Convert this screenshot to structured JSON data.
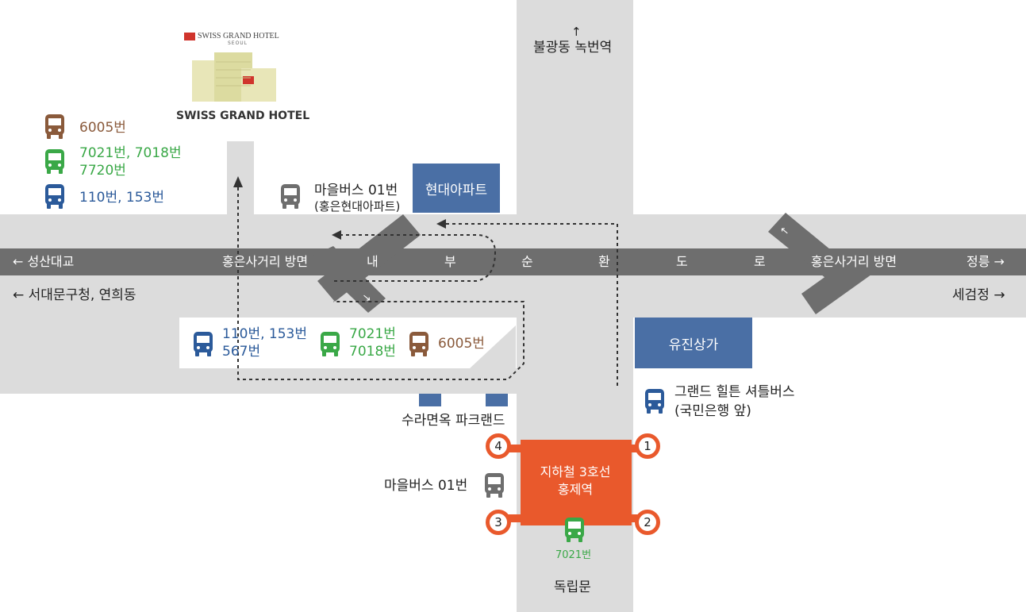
{
  "hotel": {
    "logo_text": "SWISS GRAND HOTEL",
    "logo_sub": "SEOUL",
    "name": "SWISS GRAND HOTEL"
  },
  "legend_top": [
    {
      "text": "6005번",
      "color": "#8a5a3b"
    },
    {
      "text": "7021번, 7018번",
      "text2": "7720번",
      "color": "#3aa847"
    },
    {
      "text": "110번, 153번",
      "color": "#2b5a9a"
    }
  ],
  "village_bus_top": {
    "line1": "마을버스 01번",
    "line2": "(홍은현대아파트)"
  },
  "buildings": {
    "hyundai": "현대아파트",
    "yujin": "유진상가",
    "surameon": "수라면옥 파크랜드"
  },
  "directions": {
    "north": "불광동 녹번역",
    "west_upper": "← 성산대교",
    "west_lower": "← 서대문구청, 연희동",
    "east_upper": "정릉 →",
    "east_lower": "세검정 →",
    "south": "독립문"
  },
  "arrows": {
    "up": "↑",
    "up_small": "↑"
  },
  "road_labels": {
    "hongeun_west": "홍은사거리 방면",
    "hongeun_east": "홍은사거리 방면",
    "chars": [
      "내",
      "부",
      "순",
      "환",
      "도",
      "로"
    ]
  },
  "stop_middle": [
    {
      "text": "110번, 153번",
      "text2": "567번",
      "color": "#2b5a9a"
    },
    {
      "text": "7021번",
      "text2": "7018번",
      "color": "#3aa847"
    },
    {
      "text": "6005번",
      "color": "#8a5a3b"
    }
  ],
  "shuttle": {
    "line1": "그랜드 힐튼 셔틀버스",
    "line2": "(국민은행 앞)"
  },
  "station": {
    "line1": "지하철 3호선",
    "line2": "홍제역",
    "exits": [
      "1",
      "2",
      "3",
      "4"
    ]
  },
  "village_bus_bottom": "마을버스 01번",
  "bus_bottom": "7021번",
  "colors": {
    "road": "#dcdcdc",
    "road_dark": "#6e6e6e",
    "building": "#4a6fa5",
    "station": "#e9592c",
    "bus_gray": "#6e6e6e",
    "bus_brown": "#8a5a3b",
    "bus_green": "#3aa847",
    "bus_blue": "#2b5a9a"
  }
}
